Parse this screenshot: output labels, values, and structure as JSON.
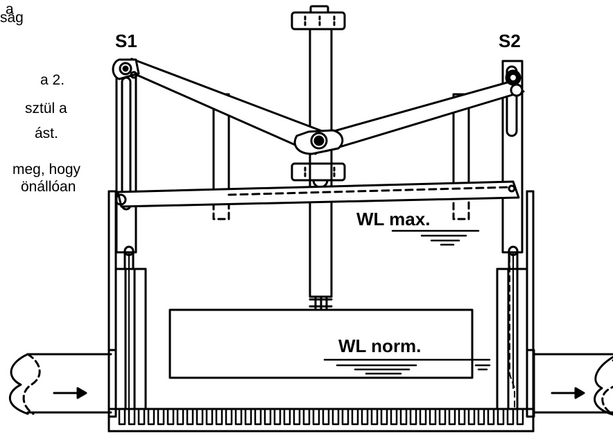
{
  "side_text": [
    "a",
    "ság",
    "a 2.",
    "sztül a",
    "ást.",
    "meg, hogy",
    "önállóan"
  ],
  "labels": {
    "s1": "S1",
    "s2": "S2",
    "wl_max": "WL max.",
    "wl_norm": "WL norm."
  }
}
